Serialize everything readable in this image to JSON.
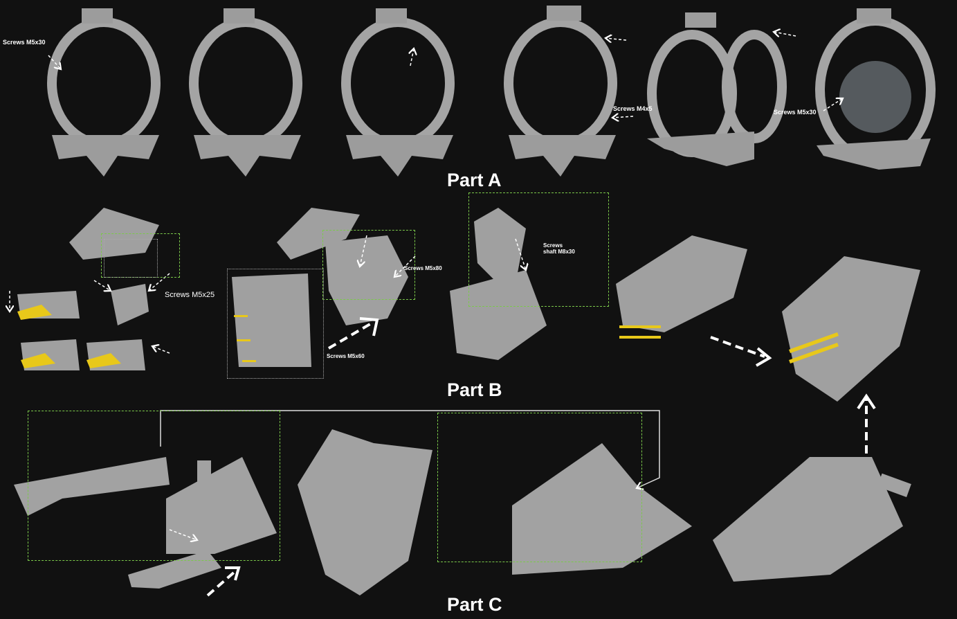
{
  "parts": {
    "a": "Part A",
    "b": "Part B",
    "c": "Part C"
  },
  "labels": {
    "a_screws_1": "Screws M5x30",
    "a_screws_2": "Screws M4x5",
    "a_screws_3": "Screws M5x30",
    "b_screws_1": "Screws M5x25",
    "b_screws_2": "Screws M5x80",
    "b_screws_3": "Screws M5x60",
    "b_screws_4_line1": "Screws",
    "b_screws_4_line2": "shaft M8x30"
  },
  "colors": {
    "background": "#111111",
    "part": "#a9a9a9",
    "highlight": "#e8c81a",
    "guide_box": "#7bc94a",
    "arrow": "#ffffff"
  }
}
